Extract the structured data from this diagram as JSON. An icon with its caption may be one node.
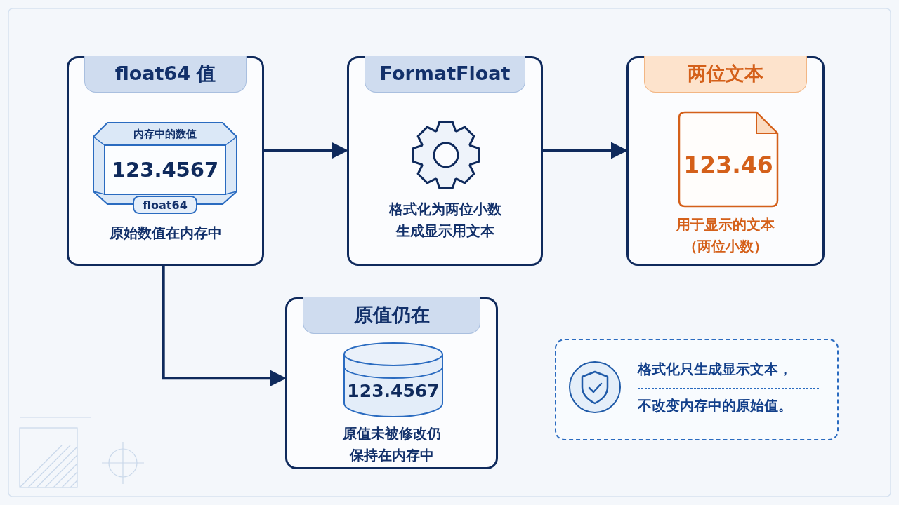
{
  "diagram": {
    "nodes": [
      {
        "text": [
          "float64 值",
          "原始数值在内存中"
        ]
      },
      {
        "text": [
          "内存中的数值",
          "123.4567",
          "float64"
        ],
        "in": 0
      },
      {
        "text": [
          "FormatFloat",
          "格式化为两位小数生成显示用文本"
        ]
      },
      {
        "text": [
          "两位文本",
          "用于显示的文本（两位小数）"
        ]
      },
      {
        "text": [
          "123.46"
        ],
        "in": 3
      },
      {
        "text": [
          "原值仍在",
          "原值未被修改仍保持在内存中"
        ]
      },
      {
        "text": [
          "123.4567"
        ],
        "in": 5
      },
      {
        "text": [
          "格式化只生成显示文本，",
          "不改变内存中的原始值。"
        ]
      }
    ],
    "edges": [
      {
        "from": 0,
        "to": 2,
        "arrow": "to"
      },
      {
        "from": 2,
        "to": 3,
        "arrow": "to"
      },
      {
        "from": 0,
        "to": 5,
        "arrow": "to"
      }
    ]
  }
}
